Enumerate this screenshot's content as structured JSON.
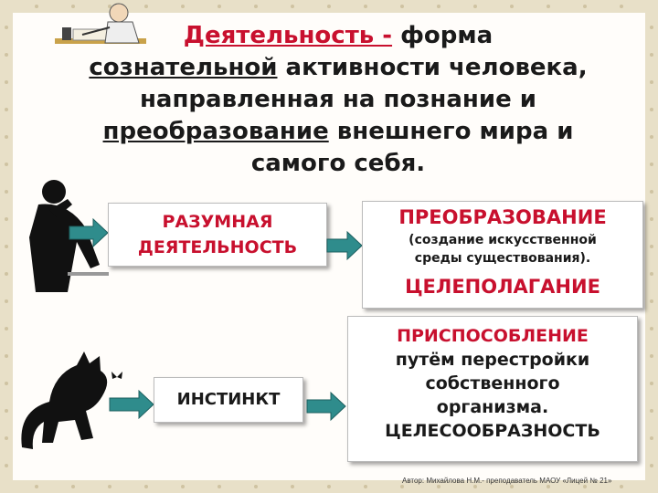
{
  "title": {
    "term": "Деятельность -",
    "text_1": " форма",
    "text_2_ul": "сознательной",
    "text_2": " активности человека,",
    "text_3": "направленная на познание и",
    "text_4_ul": "преобразование",
    "text_4": " внешнего мира и",
    "text_5": "самого себя."
  },
  "rational": {
    "line1": "РАЗУМНАЯ",
    "line2": "ДЕЯТЕЛЬНОСТЬ"
  },
  "transform": {
    "heading": "ПРЕОБРАЗОВАНИЕ",
    "sub1": "(создание искусственной",
    "sub2": "среды существования).",
    "goal": "ЦЕЛЕПОЛАГАНИЕ"
  },
  "instinct": {
    "label": "ИНСТИНКТ"
  },
  "adaptation": {
    "heading": "ПРИСПОСОБЛЕНИЕ",
    "line2": "путём перестройки",
    "line3": "собственного",
    "line4": "организма.",
    "footer_word": "ЦЕЛЕСООБРАЗНОСТЬ"
  },
  "footer": "Автор: Михайлова Н.М.- преподаватель МАОУ «Лицей № 21»",
  "colors": {
    "accent_red": "#c8102e",
    "arrow_teal": "#2f8c8c",
    "frame": "#e8e0c8"
  },
  "icons": [
    "writer-illustration",
    "thinking-man-silhouette",
    "cat-silhouette",
    "butterfly-icon",
    "arrow-right-icon"
  ]
}
